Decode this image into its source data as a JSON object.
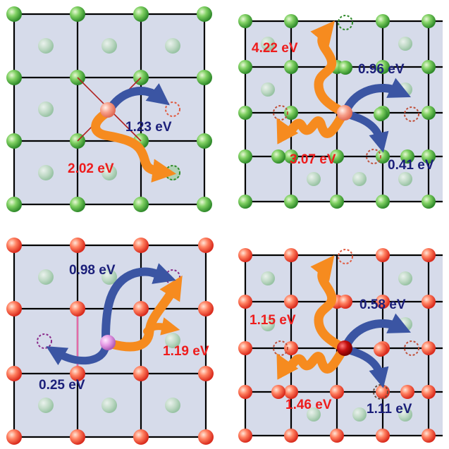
{
  "panels": [
    {
      "id": "top-left",
      "atom_color": "green",
      "labels": [
        {
          "text": "1.23 eV",
          "color": "blue"
        },
        {
          "text": "2.02 eV",
          "color": "red"
        }
      ]
    },
    {
      "id": "top-right",
      "atom_color": "green",
      "labels": [
        {
          "text": "4.22 eV",
          "color": "red"
        },
        {
          "text": "0.96 eV",
          "color": "blue"
        },
        {
          "text": "3.07 eV",
          "color": "red"
        },
        {
          "text": "0.41 eV",
          "color": "blue"
        }
      ]
    },
    {
      "id": "bottom-left",
      "atom_color": "red",
      "labels": [
        {
          "text": "0.98 eV",
          "color": "blue"
        },
        {
          "text": "1.19 eV",
          "color": "red"
        },
        {
          "text": "0.25 eV",
          "color": "blue"
        }
      ]
    },
    {
      "id": "bottom-right",
      "atom_color": "red",
      "labels": [
        {
          "text": "1.15 eV",
          "color": "red"
        },
        {
          "text": "0.58 eV",
          "color": "blue"
        },
        {
          "text": "1.46 eV",
          "color": "red"
        },
        {
          "text": "1.11 eV",
          "color": "blue"
        }
      ]
    }
  ],
  "colors": {
    "cell_fill": "#d6dbea",
    "grid_line": "#000000",
    "orange_path": "#f68b1f",
    "blue_path": "#3b55a3",
    "label_red": "#ee1c1c",
    "label_blue": "#1b1f7a"
  }
}
